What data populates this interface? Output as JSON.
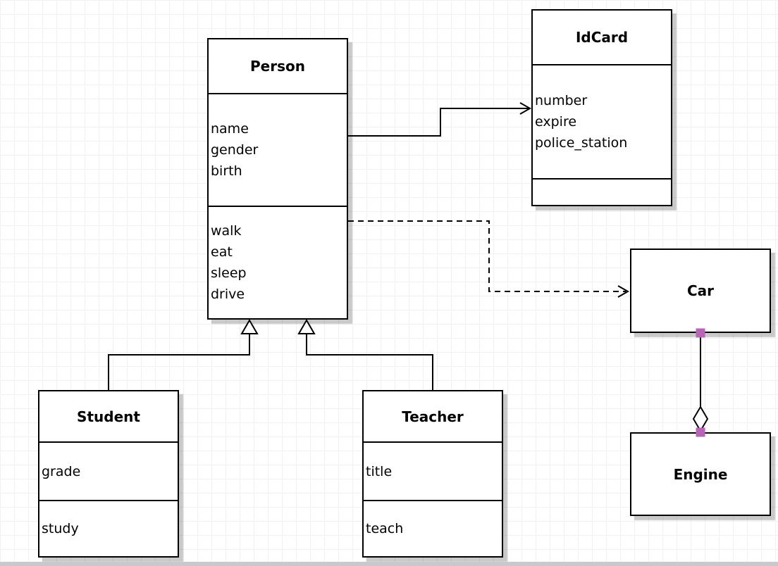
{
  "diagram": {
    "classes": {
      "person": {
        "title": "Person",
        "attributes": [
          "name",
          "gender",
          "birth"
        ],
        "methods": [
          "walk",
          "eat",
          "sleep",
          "drive"
        ]
      },
      "idcard": {
        "title": "IdCard",
        "attributes": [
          "number",
          "expire",
          "police_station"
        ],
        "methods": []
      },
      "car": {
        "title": "Car",
        "attributes": [],
        "methods": []
      },
      "student": {
        "title": "Student",
        "attributes": [
          "grade"
        ],
        "methods": [
          "study"
        ]
      },
      "teacher": {
        "title": "Teacher",
        "attributes": [
          "title"
        ],
        "methods": [
          "teach"
        ]
      },
      "engine": {
        "title": "Engine",
        "attributes": [],
        "methods": []
      }
    },
    "relationships": [
      {
        "from": "Person",
        "to": "IdCard",
        "type": "association",
        "line": "solid",
        "arrow": "open"
      },
      {
        "from": "Person",
        "to": "Car",
        "type": "dependency",
        "line": "dashed",
        "arrow": "open"
      },
      {
        "from": "Student",
        "to": "Person",
        "type": "generalization",
        "line": "solid",
        "arrow": "hollow-triangle"
      },
      {
        "from": "Teacher",
        "to": "Person",
        "type": "generalization",
        "line": "solid",
        "arrow": "hollow-triangle"
      },
      {
        "from": "Car",
        "to": "Engine",
        "type": "aggregation",
        "line": "solid",
        "arrow": "hollow-diamond"
      }
    ],
    "colors": {
      "connection_point": "#b865b8",
      "box_border": "#000000",
      "shadow": "#c9c9c9",
      "grid_line": "#f1f1f3"
    }
  }
}
